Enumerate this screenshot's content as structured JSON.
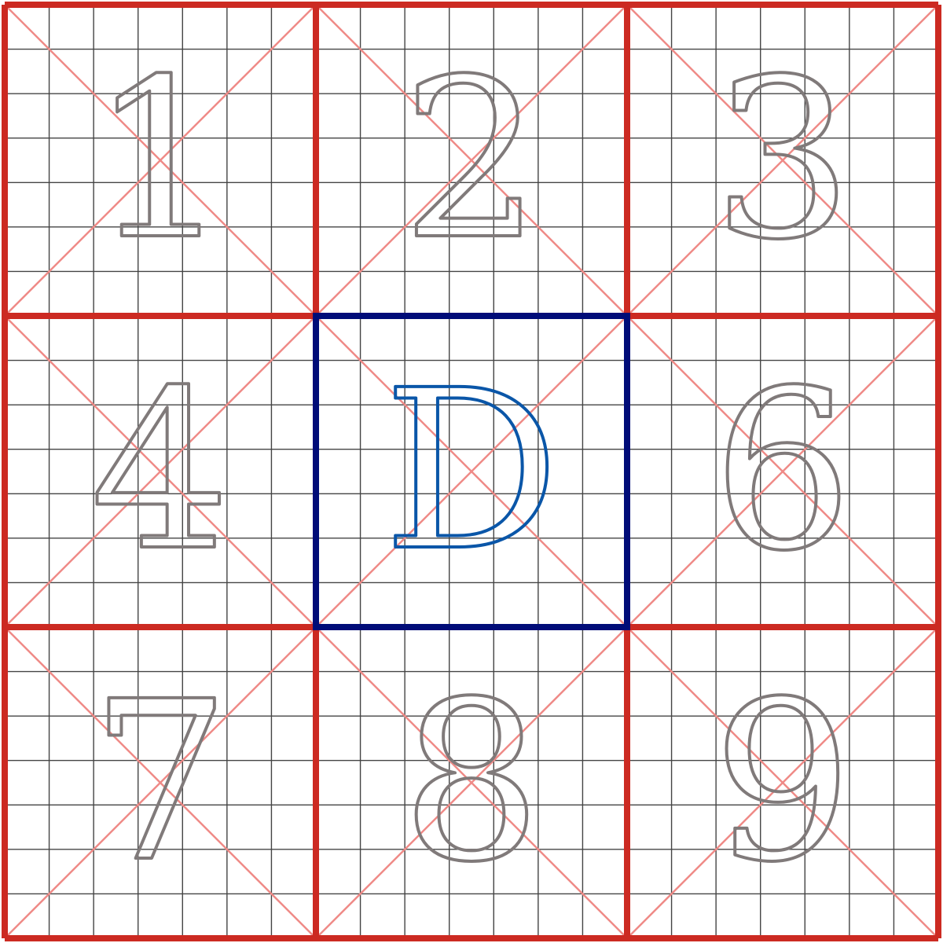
{
  "board": {
    "cells": [
      {
        "label": "1",
        "highlight": false
      },
      {
        "label": "2",
        "highlight": false
      },
      {
        "label": "3",
        "highlight": false
      },
      {
        "label": "4",
        "highlight": false
      },
      {
        "label": "D",
        "highlight": true
      },
      {
        "label": "6",
        "highlight": false
      },
      {
        "label": "7",
        "highlight": false
      },
      {
        "label": "8",
        "highlight": false
      },
      {
        "label": "9",
        "highlight": false
      }
    ],
    "colors": {
      "background": "#ffffff",
      "minor_grid": "#444444",
      "diagonal": "#ef8a87",
      "cell_border": "#cc2a22",
      "highlight_border": "#000c78",
      "digit_outline": "#807a7a",
      "highlight_glyph": "#0a56a8"
    }
  }
}
